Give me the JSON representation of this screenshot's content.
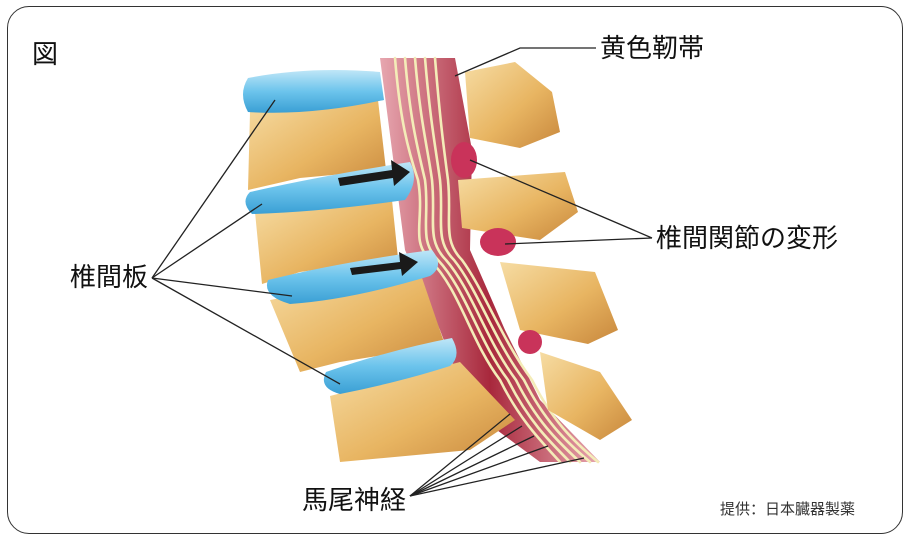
{
  "figure_label": "図",
  "labels": {
    "ligamentum_flavum": "黄色靭帯",
    "facet_deformity": "椎間関節の変形",
    "intervertebral_disc": "椎間板",
    "cauda_equina": "馬尾神経"
  },
  "credit": "提供：日本臓器製薬",
  "colors": {
    "bone": "#e8b562",
    "bone_light": "#f6dca3",
    "bone_shadow": "#c8873c",
    "disc": "#6cc4ec",
    "disc_light": "#bfe6f7",
    "disc_edge": "#3a9fd4",
    "canal": "#a8283c",
    "canal_light": "#e7a7b0",
    "nerve": "#f4ecb8",
    "ligament": "#c9335a",
    "arrow": "#1a1a1a",
    "leader_line": "#222222",
    "frame": "#333333"
  }
}
